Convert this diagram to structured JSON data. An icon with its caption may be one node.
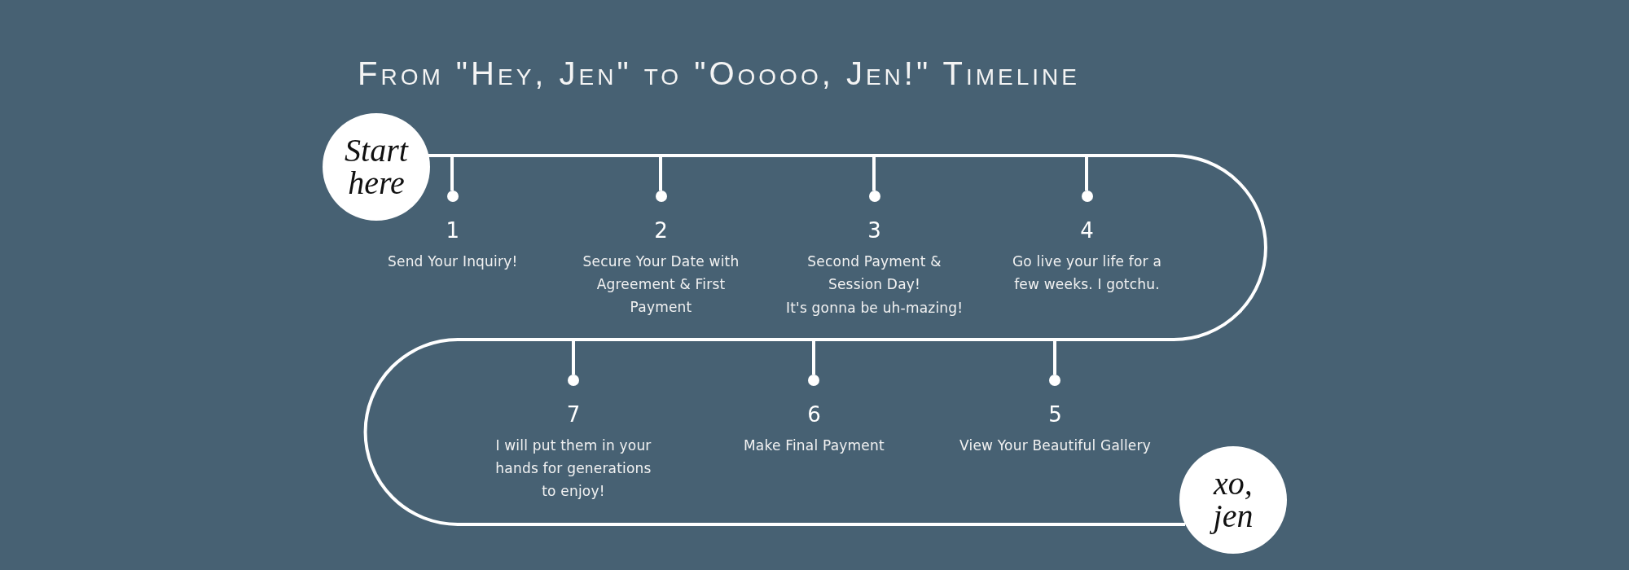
{
  "diagram": {
    "title": "From \"Hey, Jen\" to \"Ooooo, Jen!\" Timeline",
    "nodes": [
      {
        "text": [
          "Start here"
        ]
      },
      {
        "text": [
          "1",
          "Send Your Inquiry!"
        ]
      },
      {
        "text": [
          "2",
          "Secure Your Date with Agreement & First Payment"
        ]
      },
      {
        "text": [
          "3",
          "Second Payment & Session Day!"
        ]
      },
      {
        "text": [
          "4",
          "Go live your life for a few weeks. I gotchu."
        ]
      },
      {
        "text": [
          "5",
          "View Your Beautiful Gallery"
        ]
      },
      {
        "text": [
          "6",
          "Make Final Payment"
        ]
      },
      {
        "text": [
          "7",
          "I will put them in your hands for generations to enjoy!"
        ]
      },
      {
        "text": [
          "xo, jen"
        ]
      }
    ],
    "edges": [
      {
        "from": 0,
        "to": 1,
        "arrow": "none"
      },
      {
        "from": 1,
        "to": 2,
        "arrow": "none"
      },
      {
        "from": 2,
        "to": 3,
        "arrow": "none"
      },
      {
        "from": 3,
        "to": 4,
        "arrow": "none"
      },
      {
        "from": 4,
        "to": 5,
        "arrow": "none"
      },
      {
        "from": 5,
        "to": 6,
        "arrow": "none"
      },
      {
        "from": 6,
        "to": 7,
        "arrow": "none"
      },
      {
        "from": 7,
        "to": 8,
        "arrow": "none"
      }
    ],
    "labels": [
      "It's gonna be uh-mazing!"
    ]
  }
}
